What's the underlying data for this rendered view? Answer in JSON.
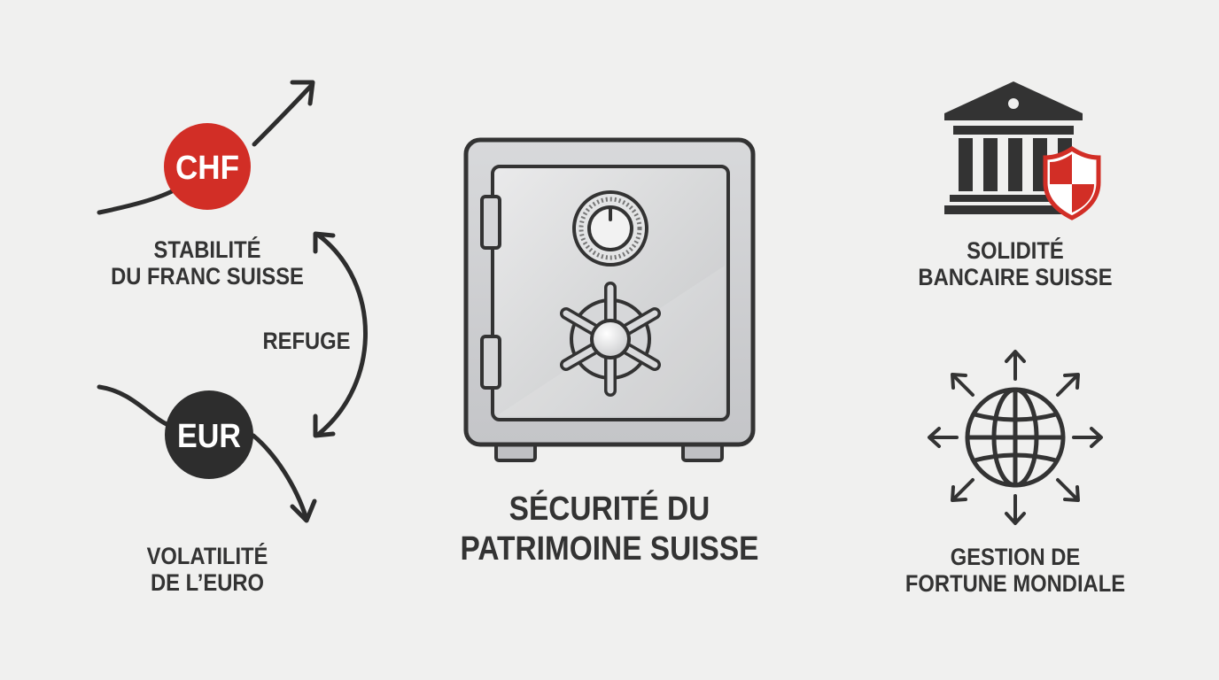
{
  "badges": {
    "chf": "CHF",
    "eur": "EUR"
  },
  "labels": {
    "chf_line1": "STABILITÉ",
    "chf_line2": "DU FRANC SUISSE",
    "refuge": "REFUGE",
    "eur_line1": "VOLATILITÉ",
    "eur_line2": "DE L’EURO",
    "center_line1": "SÉCURITÉ DU",
    "center_line2": "PATRIMOINE SUISSE",
    "bank_line1": "SOLIDITÉ",
    "bank_line2": "BANCAIRE SUISSE",
    "globe_line1": "GESTION DE",
    "globe_line2": "FORTUNE MONDIALE"
  },
  "icons": {
    "safe": "safe-icon",
    "bank": "bank-icon",
    "shield": "swiss-shield-icon",
    "globe": "globe-icon"
  },
  "colors": {
    "background": "#f0f0ef",
    "chf_red": "#d22e26",
    "eur_dark": "#2d2d2d",
    "ink": "#333333",
    "safe_steel": "#cfd0d2"
  }
}
